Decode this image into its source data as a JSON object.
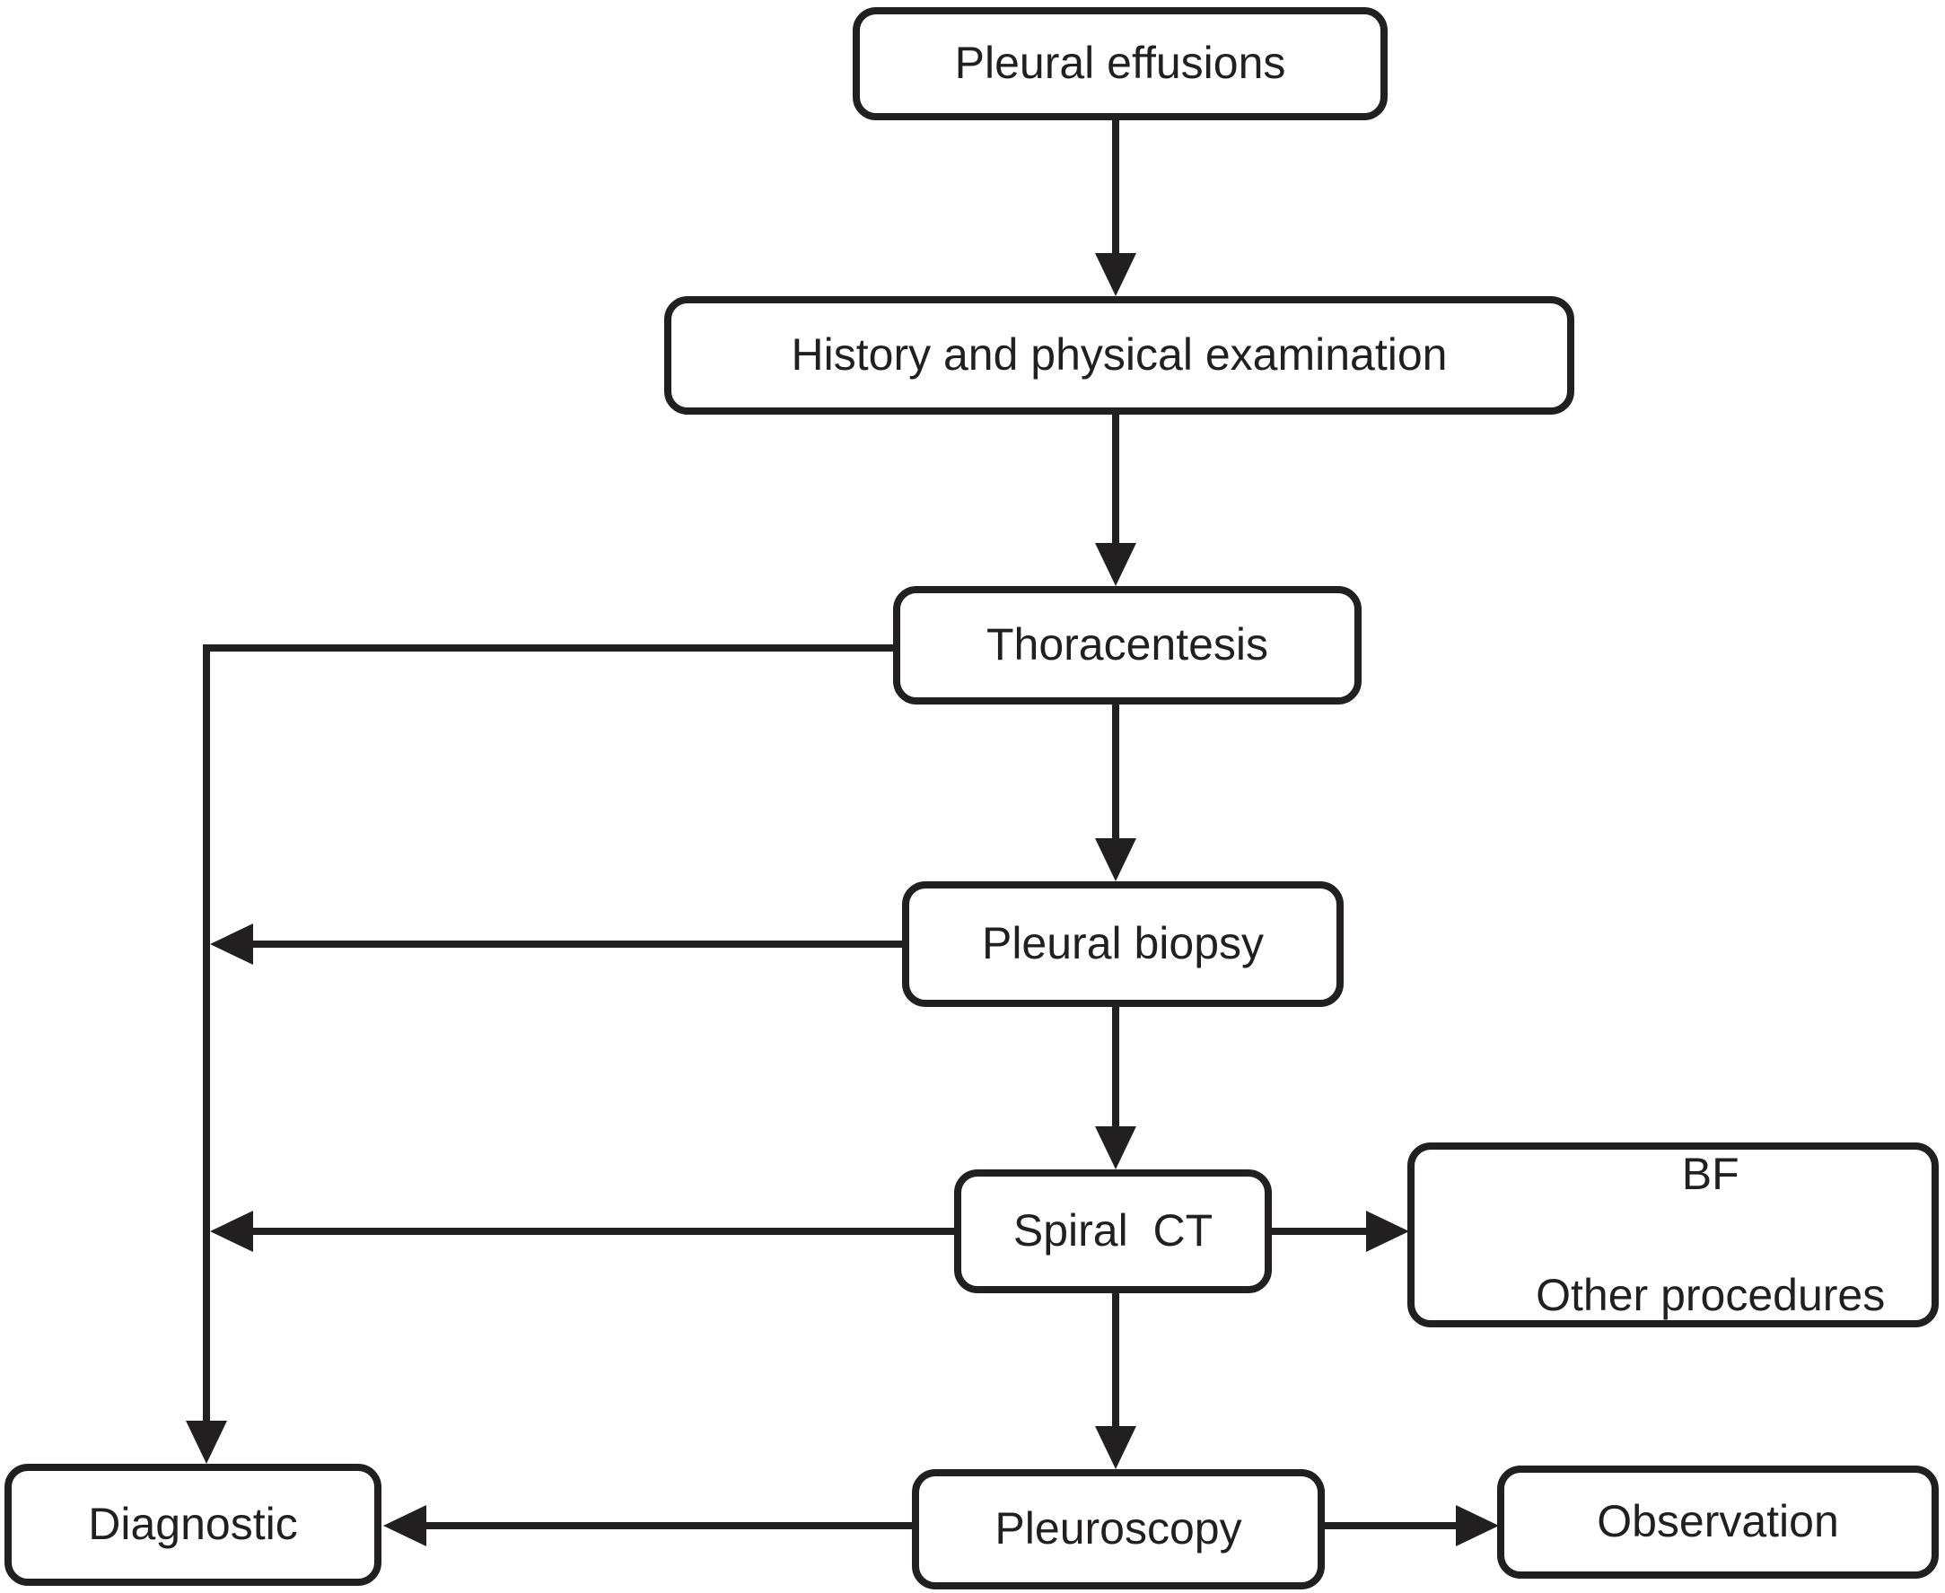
{
  "colors": {
    "ink": "#221f20",
    "background": "#ffffff"
  },
  "diagram": {
    "type": "flowchart",
    "nodes": {
      "pleural_effusions": {
        "label": "Pleural effusions"
      },
      "history": {
        "label": "History and physical examination"
      },
      "thoracentesis": {
        "label": "Thoracentesis"
      },
      "pleural_biopsy": {
        "label": "Pleural biopsy"
      },
      "spiral_ct": {
        "label": "Spiral  CT"
      },
      "bf_other_procedures": {
        "lines": [
          "BF",
          "Other procedures"
        ]
      },
      "pleuroscopy": {
        "label": "Pleuroscopy"
      },
      "diagnostic": {
        "label": "Diagnostic"
      },
      "observation": {
        "label": "Observation"
      }
    },
    "edges": [
      {
        "from": "pleural_effusions",
        "to": "history",
        "arrow": "down"
      },
      {
        "from": "history",
        "to": "thoracentesis",
        "arrow": "down"
      },
      {
        "from": "thoracentesis",
        "to": "pleural_biopsy",
        "arrow": "down"
      },
      {
        "from": "pleural_biopsy",
        "to": "spiral_ct",
        "arrow": "down"
      },
      {
        "from": "spiral_ct",
        "to": "pleuroscopy",
        "arrow": "down"
      },
      {
        "from": "spiral_ct",
        "to": "bf_other_procedures",
        "arrow": "right"
      },
      {
        "from": "thoracentesis",
        "to": "diagnostic",
        "arrow": "down-via-left-rail"
      },
      {
        "from": "pleural_biopsy",
        "to": "diagnostic",
        "arrow": "left-into-rail"
      },
      {
        "from": "spiral_ct",
        "to": "diagnostic",
        "arrow": "left-into-rail"
      },
      {
        "from": "pleuroscopy",
        "to": "diagnostic",
        "arrow": "left"
      },
      {
        "from": "pleuroscopy",
        "to": "observation",
        "arrow": "right"
      }
    ]
  }
}
